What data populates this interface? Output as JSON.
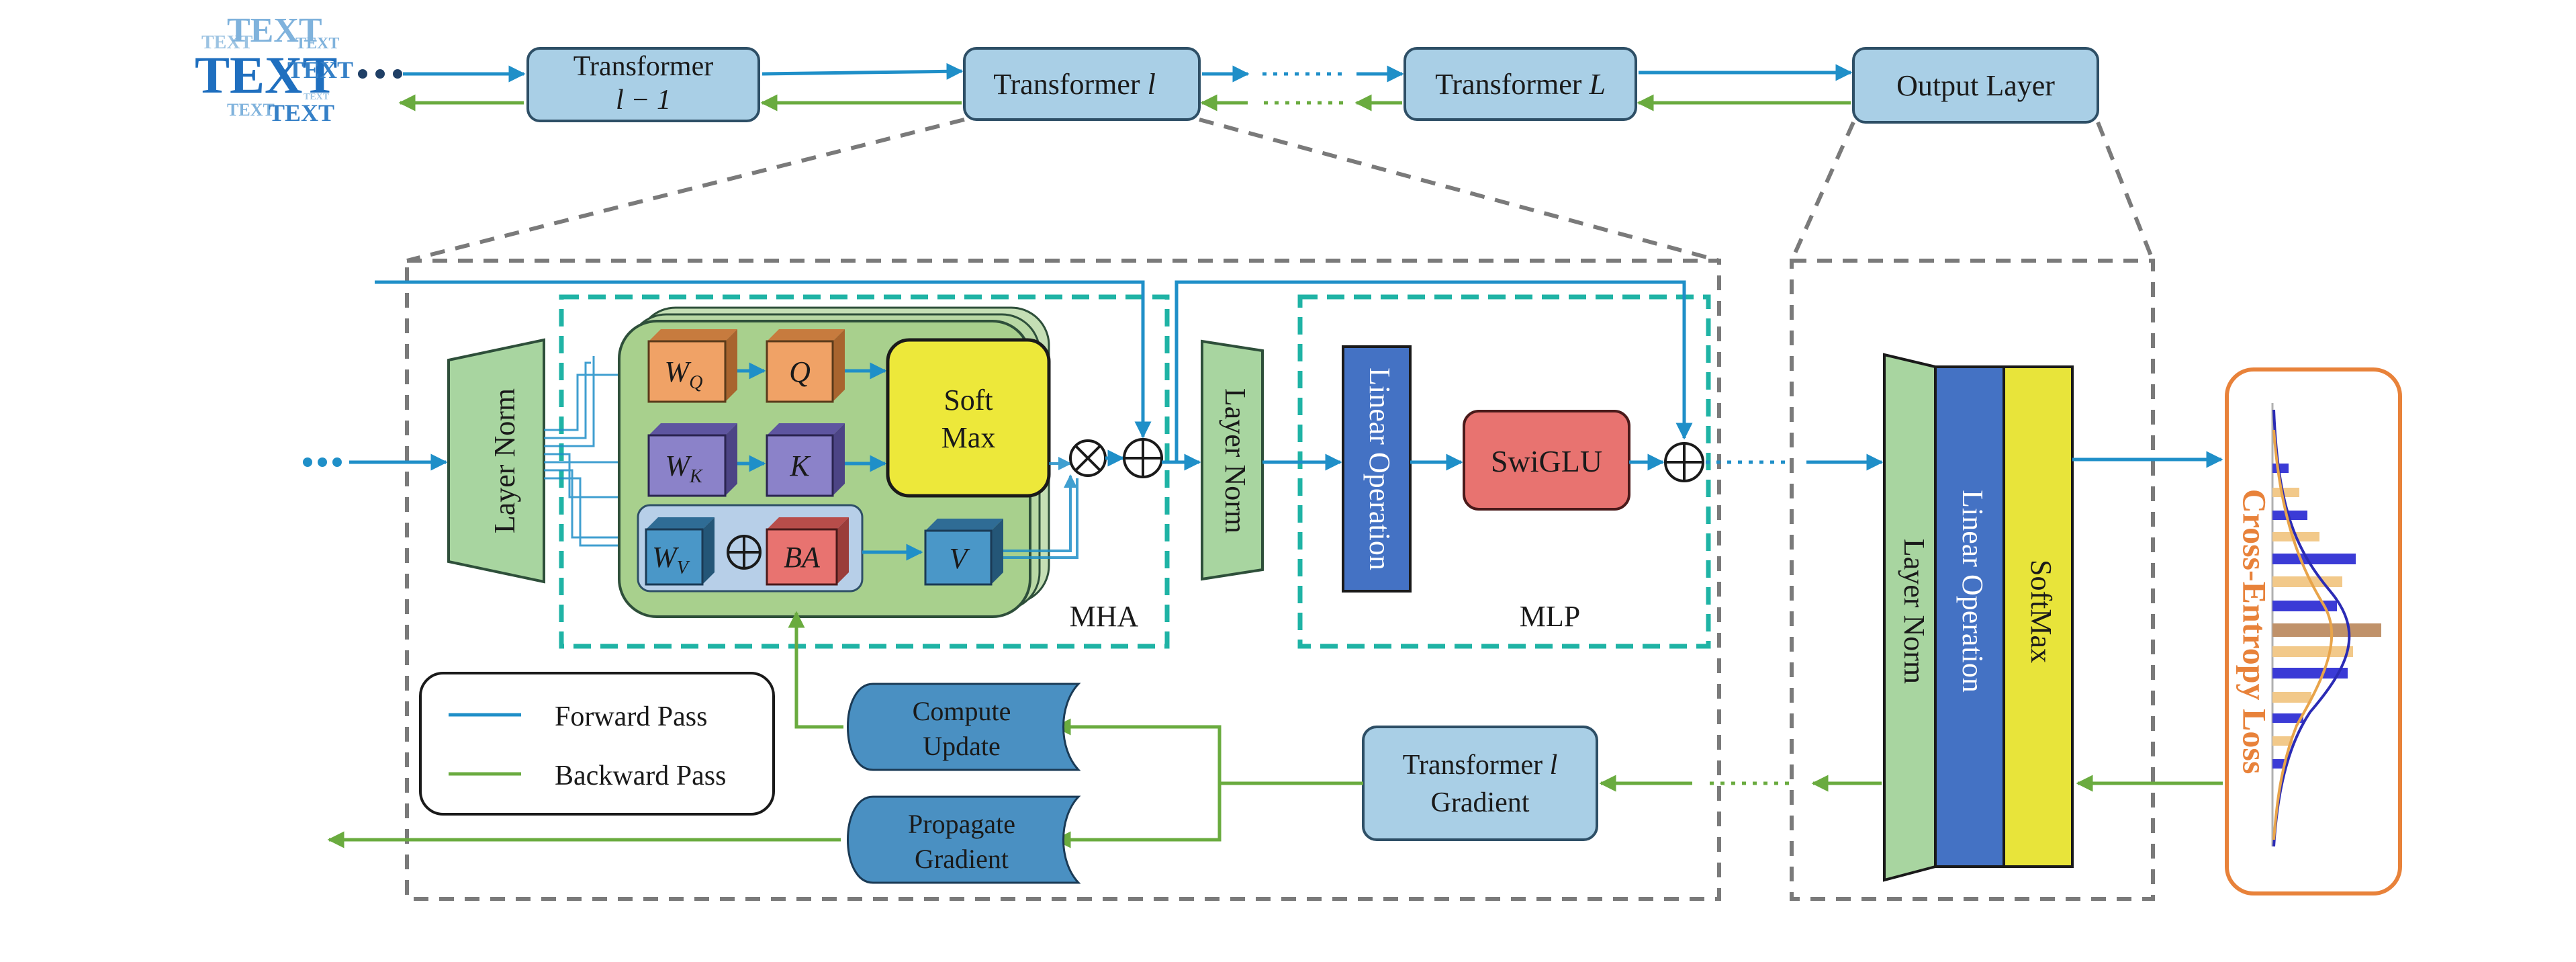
{
  "colors": {
    "forward": "#1f8fc8",
    "backward": "#6aab3f",
    "block_fill": "#a9cfe6",
    "block_stroke": "#2e4f66",
    "layernorm": "#a8d5a0",
    "linear": "#4472c4",
    "softmax_yellow": "#e8e43a",
    "swiglu": "#e87370",
    "mha_outer": "#a8d08d",
    "teal_dashed": "#1fb3a5",
    "grey_dashed": "#7a7a7a",
    "loss_orange": "#e8823a",
    "wq": "#f0a266",
    "wk": "#8b82c9",
    "ba": "#e87370",
    "wv": "#4a97c8"
  },
  "input_text_cloud": [
    "TEXT",
    "TEXT",
    "TEXT",
    "TEXT",
    "TEXT",
    "TEXT",
    "TEXT",
    "TEXT"
  ],
  "top_row": {
    "block_prev": {
      "line1": "Transformer",
      "line2": "l − 1"
    },
    "block_cur": {
      "label": "Transformer",
      "var": "l"
    },
    "block_last": {
      "label": "Transformer",
      "var": "L"
    },
    "output_layer": "Output Layer"
  },
  "transformer_detail": {
    "layer_norm_1": "Layer Norm",
    "layer_norm_2": "Layer Norm",
    "wq": {
      "base": "W",
      "sub": "Q"
    },
    "q": "Q",
    "wk": {
      "base": "W",
      "sub": "K"
    },
    "k": "K",
    "wv": {
      "base": "W",
      "sub": "V"
    },
    "ba": "BA",
    "v": "V",
    "softmax": {
      "line1": "Soft",
      "line2": "Max"
    },
    "mha_label": "MHA",
    "linear_operation": "Linear Operation",
    "swiglu": "SwiGLU",
    "mlp_label": "MLP",
    "compute_update": {
      "line1": "Compute",
      "line2": "Update"
    },
    "propagate_gradient": {
      "line1": "Propagate",
      "line2": "Gradient"
    },
    "transformer_gradient": {
      "line1": "Transformer",
      "var": "l",
      "line2": "Gradient"
    }
  },
  "legend": {
    "forward": "Forward Pass",
    "backward": "Backward Pass"
  },
  "output_detail": {
    "layer_norm": "Layer Norm",
    "linear_operation": "Linear Operation",
    "softmax": "SoftMax",
    "loss": "Cross-Entropy Loss"
  }
}
